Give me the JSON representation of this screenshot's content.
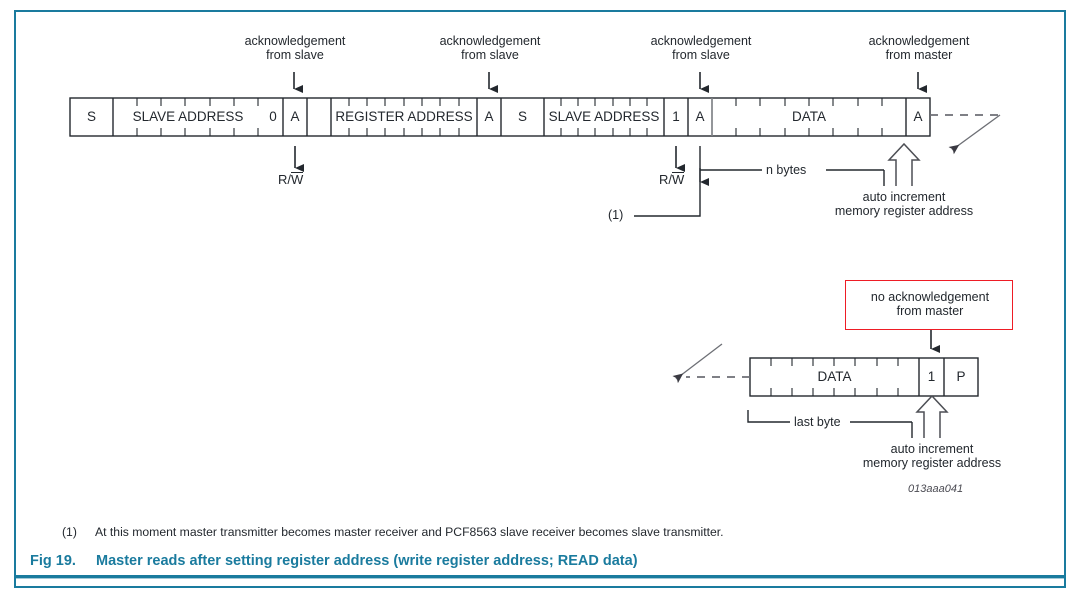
{
  "page": {
    "border_color": "#1a7b9e",
    "background": "#ffffff",
    "figure_id": "013aaa041"
  },
  "diagram": {
    "title_role": "i2c-read-after-register-address-timing",
    "top_annotations": [
      {
        "id": "ack-slave-1",
        "line1": "acknowledgement",
        "line2": "from slave"
      },
      {
        "id": "ack-slave-2",
        "line1": "acknowledgement",
        "line2": "from slave"
      },
      {
        "id": "ack-slave-3",
        "line1": "acknowledgement",
        "line2": "from slave"
      },
      {
        "id": "ack-master",
        "line1": "acknowledgement",
        "line2": "from master"
      }
    ],
    "main_bus_cells": [
      {
        "id": "start-1",
        "label": "S",
        "ticks": 1
      },
      {
        "id": "slave-address-1",
        "label": "SLAVE ADDRESS",
        "ticks": 7
      },
      {
        "id": "rw-bit-write",
        "label": "0",
        "ticks": 1
      },
      {
        "id": "ack-1",
        "label": "A",
        "ticks": 1
      },
      {
        "id": "register-address",
        "label": "REGISTER ADDRESS",
        "ticks": 8
      },
      {
        "id": "ack-2",
        "label": "A",
        "ticks": 1
      },
      {
        "id": "start-2",
        "label": "S",
        "ticks": 1
      },
      {
        "id": "slave-address-2",
        "label": "SLAVE ADDRESS",
        "ticks": 7
      },
      {
        "id": "rw-bit-read",
        "label": "1",
        "ticks": 1
      },
      {
        "id": "ack-3",
        "label": "A",
        "ticks": 1
      },
      {
        "id": "data-1",
        "label": "DATA",
        "ticks": 8
      },
      {
        "id": "ack-4",
        "label": "A",
        "ticks": 1
      }
    ],
    "bottom_annotations": {
      "rw_left": {
        "text": "R/W",
        "overline": "W"
      },
      "rw_right": {
        "text": "R/W",
        "overline": "W"
      },
      "footnote_marker": "(1)",
      "n_bytes": "n bytes",
      "auto_increment_line1": "auto increment",
      "auto_increment_line2": "memory register address"
    },
    "lower_bus": {
      "red_callout": {
        "line1": "no acknowledgement",
        "line2": "from master",
        "border_color": "#ee1c25"
      },
      "cells": [
        {
          "id": "data-2",
          "label": "DATA",
          "ticks": 8
        },
        {
          "id": "nack-bit",
          "label": "1",
          "ticks": 1
        },
        {
          "id": "stop",
          "label": "P",
          "ticks": 1
        }
      ],
      "last_byte": "last byte",
      "auto_increment_line1": "auto increment",
      "auto_increment_line2": "memory register address"
    }
  },
  "footnote": {
    "marker": "(1)",
    "text": "At this moment master transmitter becomes master receiver and PCF8563 slave receiver becomes slave transmitter."
  },
  "caption": {
    "number": "Fig 19.",
    "text": "Master reads after setting register address (write register address; READ data)",
    "color": "#1a7b9e"
  }
}
